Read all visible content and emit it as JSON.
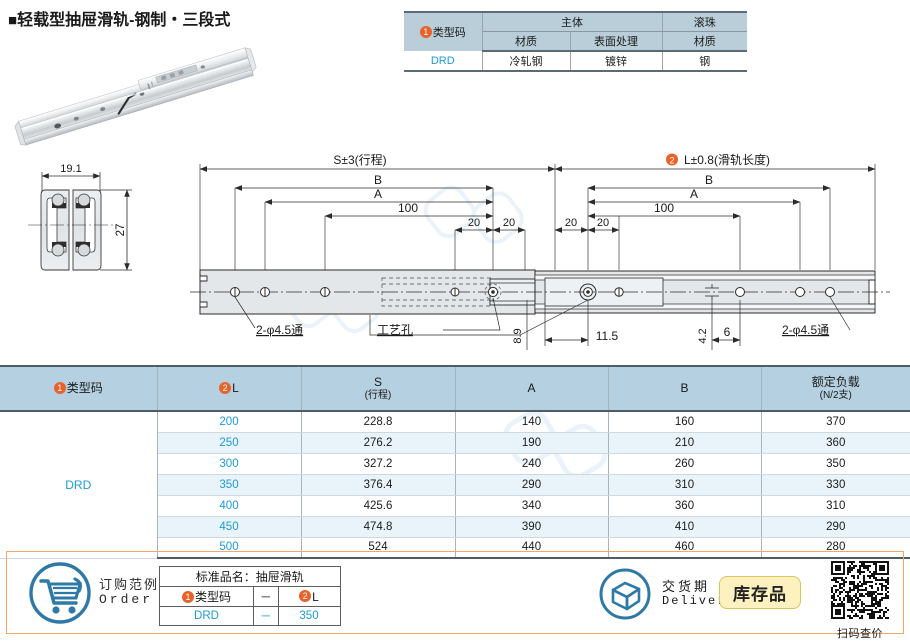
{
  "title": {
    "square": "■",
    "text": "轻载型抽屉滑轨-钢制・三段式"
  },
  "material_table": {
    "col_type_code": "类型码",
    "group_body": "主体",
    "group_ball": "滚珠",
    "sub_material": "材质",
    "sub_surface": "表面处理",
    "sub_ball_material": "材质",
    "row": {
      "code": "DRD",
      "body_material": "冷轧钢",
      "surface": "镀锌",
      "ball_material": "钢"
    }
  },
  "drawing": {
    "dim_S": "S±3(行程)",
    "dim_L": "L±0.8(滑轨长度)",
    "dim_B": "B",
    "dim_A": "A",
    "dim_100": "100",
    "dim_20": "20",
    "hole_note": "2-φ4.5通",
    "process_hole": "工艺孔",
    "dim_8_9": "8.9",
    "dim_11_5": "11.5",
    "dim_4_2": "4.2",
    "dim_6": "6",
    "section_width": "19.1",
    "section_height": "27"
  },
  "spec_table": {
    "headers": {
      "type_code": "类型码",
      "L": "L",
      "S": "S",
      "S_sub": "(行程)",
      "A": "A",
      "B": "B",
      "load": "额定负载",
      "load_sub": "(N/2支)"
    },
    "type_code_value": "DRD",
    "rows": [
      {
        "L": "200",
        "S": "228.8",
        "A": "140",
        "B": "160",
        "load": "370"
      },
      {
        "L": "250",
        "S": "276.2",
        "A": "190",
        "B": "210",
        "load": "360"
      },
      {
        "L": "300",
        "S": "327.2",
        "A": "240",
        "B": "260",
        "load": "350"
      },
      {
        "L": "350",
        "S": "376.4",
        "A": "290",
        "B": "310",
        "load": "330"
      },
      {
        "L": "400",
        "S": "425.6",
        "A": "340",
        "B": "360",
        "load": "310"
      },
      {
        "L": "450",
        "S": "474.8",
        "A": "390",
        "B": "410",
        "load": "290"
      },
      {
        "L": "500",
        "S": "524",
        "A": "440",
        "B": "460",
        "load": "280"
      }
    ]
  },
  "order": {
    "label_cn": "订购范例",
    "label_en": "Order",
    "std_name": "标准品名：抽屉滑轨",
    "col_type_code": "类型码",
    "col_L": "L",
    "dash": "－",
    "value_code": "DRD",
    "value_dash": "－",
    "value_L": "350"
  },
  "delivery": {
    "label_cn": "交货期",
    "label_en": "Delivery",
    "stock": "库存品",
    "qr_caption": "扫码查价"
  },
  "colors": {
    "accent_orange": "#e8622a",
    "link_blue": "#1a9bd7",
    "header_blue": "#b5d0e0",
    "stripe_blue": "#e9f4fa",
    "panel_border": "#f0a868",
    "stock_bg": "#fdf2bf"
  }
}
